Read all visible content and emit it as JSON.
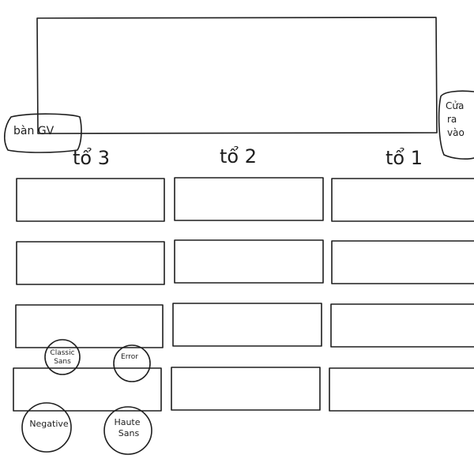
{
  "board": {
    "teacher_desk": "bàn GV",
    "door": [
      "Cửa",
      "ra",
      "vào"
    ]
  },
  "columns": [
    {
      "label": "tổ 3"
    },
    {
      "label": "tổ 2"
    },
    {
      "label": "tổ 1"
    }
  ],
  "tags": {
    "classic_sans": [
      "Classic",
      "Sans"
    ],
    "error": "Error",
    "negative": "Negative",
    "haute_sans": [
      "Haute",
      "Sans"
    ]
  }
}
